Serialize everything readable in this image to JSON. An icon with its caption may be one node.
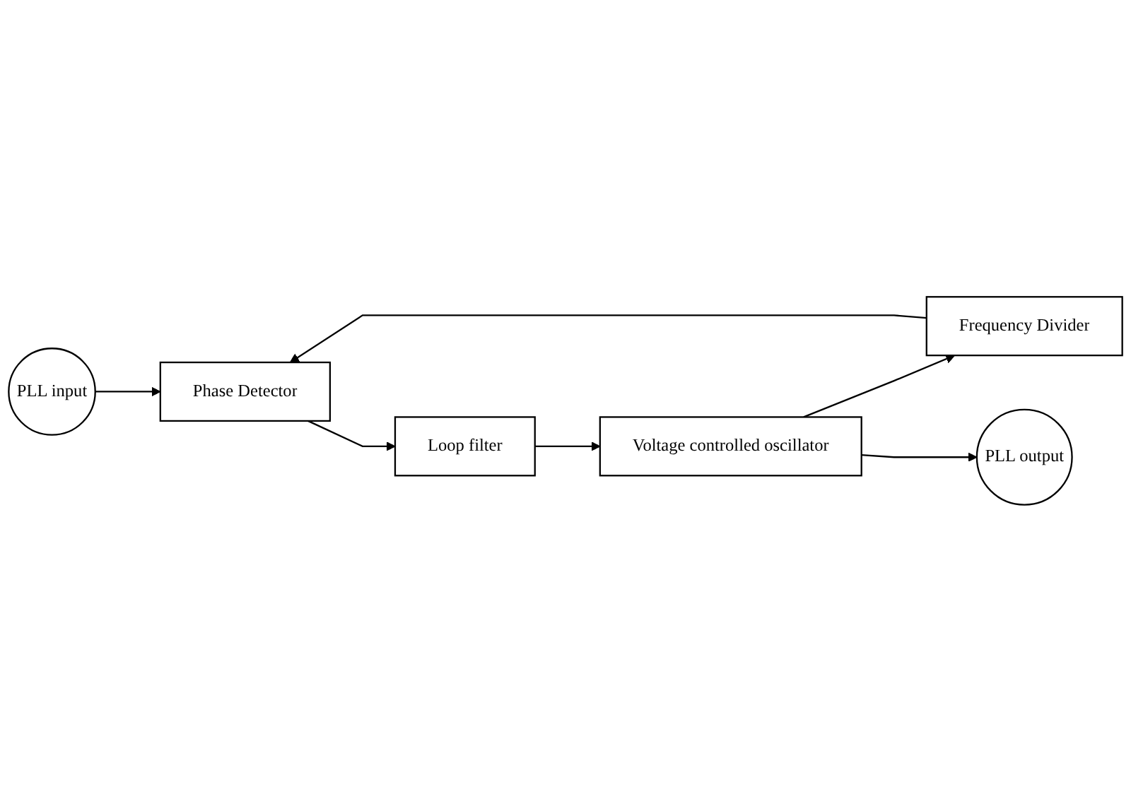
{
  "diagram": {
    "nodes": [
      {
        "text": [
          "PLL input"
        ]
      },
      {
        "text": [
          "Phase Detector"
        ]
      },
      {
        "text": [
          "Loop filter"
        ]
      },
      {
        "text": [
          "Voltage controlled oscillator"
        ]
      },
      {
        "text": [
          "Frequency Divider"
        ]
      },
      {
        "text": [
          "PLL output"
        ]
      }
    ],
    "edges": [
      {
        "from": 0,
        "to": 1,
        "arrow": "to"
      },
      {
        "from": 1,
        "to": 2,
        "arrow": "to"
      },
      {
        "from": 2,
        "to": 3,
        "arrow": "to"
      },
      {
        "from": 3,
        "to": 4,
        "arrow": "to"
      },
      {
        "from": 4,
        "to": 1,
        "arrow": "to"
      },
      {
        "from": 3,
        "to": 5,
        "arrow": "to"
      }
    ]
  }
}
